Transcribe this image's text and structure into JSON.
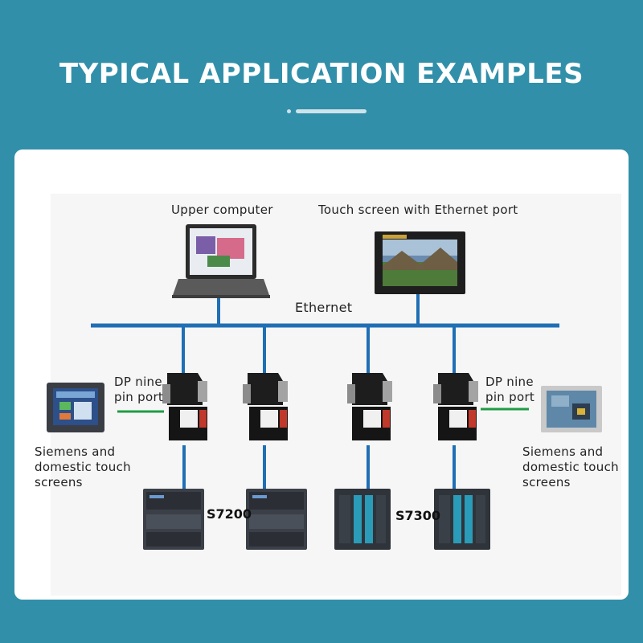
{
  "header": {
    "title": "TYPICAL APPLICATION EXAMPLES"
  },
  "diagram": {
    "upper_computer": "Upper computer",
    "touch_screen_ethernet": "Touch screen with Ethernet port",
    "ethernet": "Ethernet",
    "dp_port_left": "DP nine\npin port",
    "dp_port_right": "DP nine\npin port",
    "touch_left": "Siemens and\ndomestic touch\nscreens",
    "touch_right": "Siemens and\ndomestic touch\nscreens",
    "model_s7200": "S7200",
    "model_s7300": "S7300"
  },
  "colors": {
    "background": "#318fa9",
    "bus_line": "#1f6fb5",
    "dp_link": "#1f9c45"
  }
}
